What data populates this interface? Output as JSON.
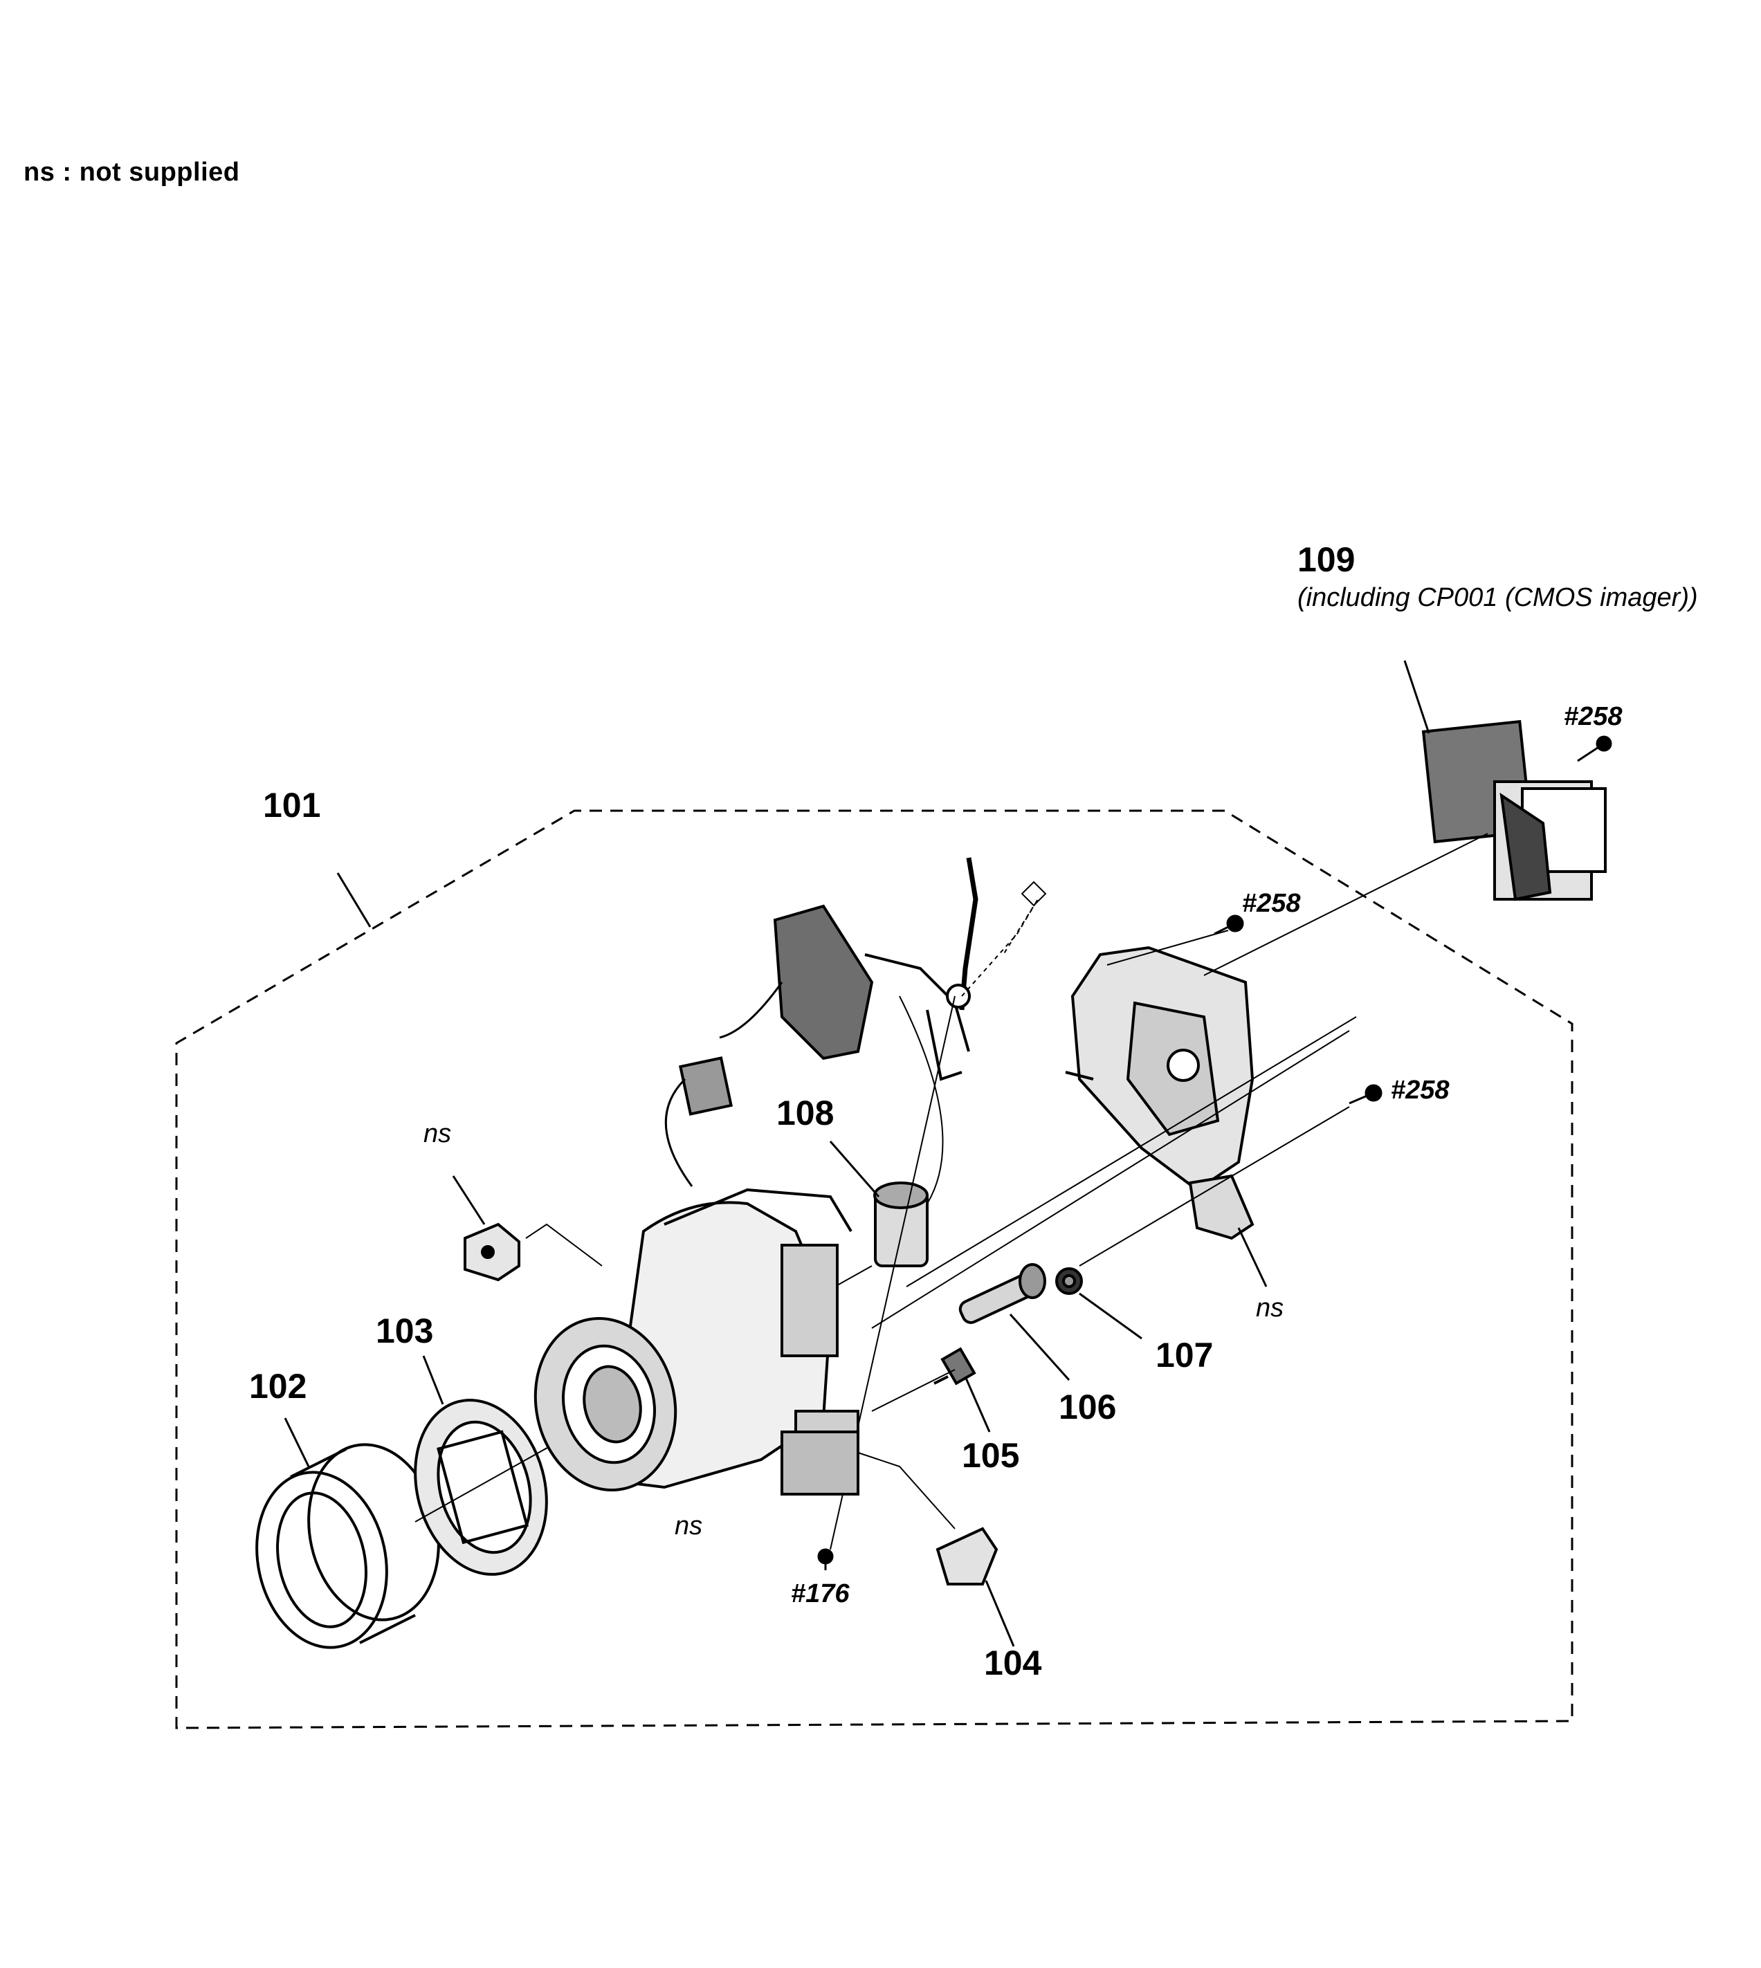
{
  "legend": "ns : not supplied",
  "parts": {
    "p101": "101",
    "p102": "102",
    "p103": "103",
    "p104": "104",
    "p105": "105",
    "p106": "106",
    "p107": "107",
    "p108": "108",
    "p109": "109",
    "p109_note": "(including CP001 (CMOS imager))"
  },
  "screws": {
    "s258_a": "#258",
    "s258_b": "#258",
    "s258_c": "#258",
    "s176": "#176"
  },
  "ns_labels": {
    "ns_bracket": "ns",
    "ns_barrel": "ns",
    "ns_right": "ns"
  }
}
